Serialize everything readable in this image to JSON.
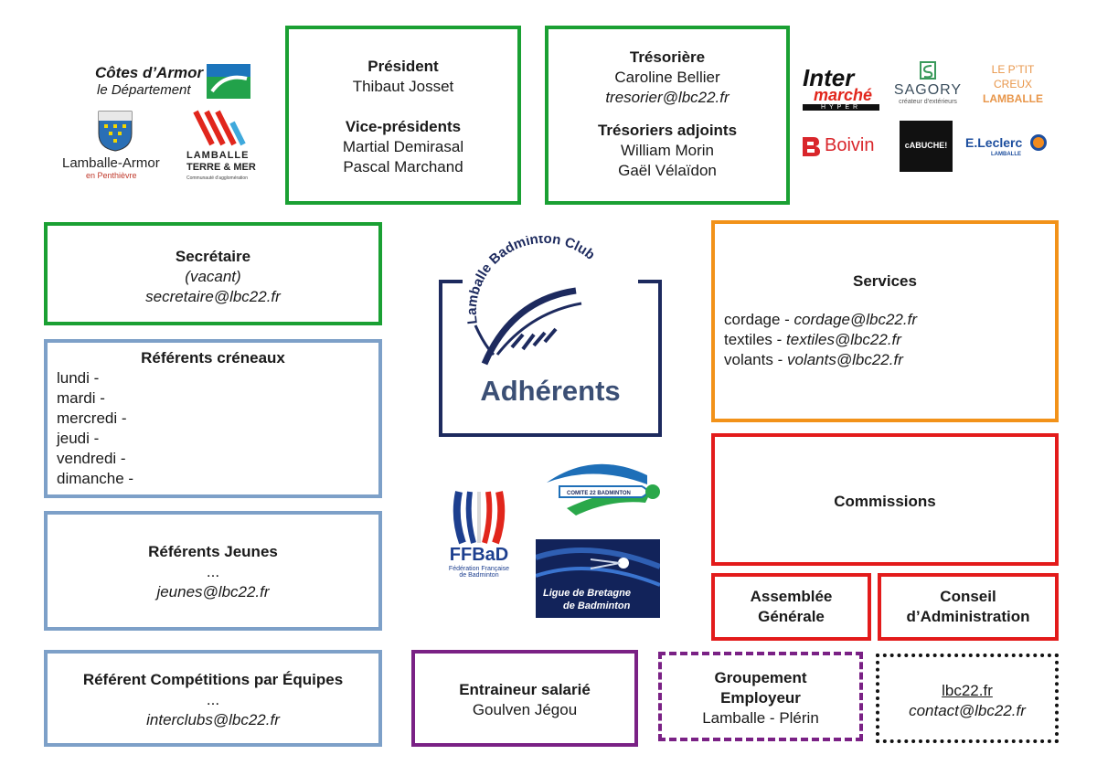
{
  "president_box": {
    "title": "Président",
    "name": "Thibaut Josset",
    "vp_title": "Vice-présidents",
    "vp1": "Martial Demirasal",
    "vp2": "Pascal Marchand"
  },
  "treasurer_box": {
    "title": "Trésorière",
    "name": "Caroline Bellier",
    "email": "tresorier@lbc22.fr",
    "adj_title": "Trésoriers adjoints",
    "adj1": "William Morin",
    "adj2": "Gaël Vélaïdon"
  },
  "secretary_box": {
    "title": "Secrétaire",
    "status": "(vacant)",
    "email": "secretaire@lbc22.fr"
  },
  "slots_box": {
    "title": "Référents créneaux",
    "days": [
      "lundi -",
      "mardi -",
      "mercredi -",
      "jeudi -",
      "vendredi -",
      "dimanche -"
    ]
  },
  "youth_box": {
    "title": "Référents Jeunes",
    "dots": "...",
    "email": "jeunes@lbc22.fr"
  },
  "teams_box": {
    "title": "Référent Compétitions par Équipes",
    "dots": "...",
    "email": "interclubs@lbc22.fr"
  },
  "services_box": {
    "title": "Services",
    "items": [
      {
        "label": "cordage - ",
        "email": "cordage@lbc22.fr"
      },
      {
        "label": "textiles - ",
        "email": "textiles@lbc22.fr"
      },
      {
        "label": "volants - ",
        "email": "volants@lbc22.fr"
      }
    ]
  },
  "commissions_box": {
    "title": "Commissions"
  },
  "ag_box": {
    "line1": "Assemblée",
    "line2": "Générale"
  },
  "ca_box": {
    "line1": "Conseil",
    "line2": "d’Administration"
  },
  "coach_box": {
    "title": "Entraineur salarié",
    "name": "Goulven Jégou"
  },
  "employer_box": {
    "line1": "Groupement",
    "line2": "Employeur",
    "line3": "Lamballe - Plérin"
  },
  "contact_box": {
    "site": "lbc22.fr",
    "email": "contact@lbc22.fr"
  },
  "center": {
    "label": "Adhérents",
    "club_name": "Lamballe Badminton Club"
  },
  "logos": {
    "cotes_armor": [
      "Côtes d’Armor",
      "le Département"
    ],
    "lamballe_armor": [
      "Lamballe-Armor",
      "en Penthièvre"
    ],
    "lamballe_terre_mer": [
      "LAMBALLE",
      "TERRE & MER",
      "Communauté d’agglomération"
    ],
    "intermarche": [
      "Inter",
      "marché",
      "HYPER"
    ],
    "sagory": [
      "SAGORY",
      "créateur d’extérieurs"
    ],
    "ptit_creux": [
      "LE P’TIT",
      "CREUX",
      "LAMBALLE"
    ],
    "boivin": "Boivin",
    "cabuche": "cABUCHE!",
    "leclerc": [
      "E.Leclerc",
      "LAMBALLE"
    ],
    "ffbad": [
      "FFBaD",
      "Fédération Française",
      "de Badminton"
    ],
    "comite22": "COMITE 22 BADMINTON",
    "ligue": [
      "Ligue de Bretagne",
      "de Badminton"
    ]
  },
  "colors": {
    "green": "#1aa033",
    "blue": "#7da0c8",
    "orange": "#f29219",
    "red": "#e31b1b",
    "purple": "#7a2185",
    "navy": "#1d2a5e"
  }
}
